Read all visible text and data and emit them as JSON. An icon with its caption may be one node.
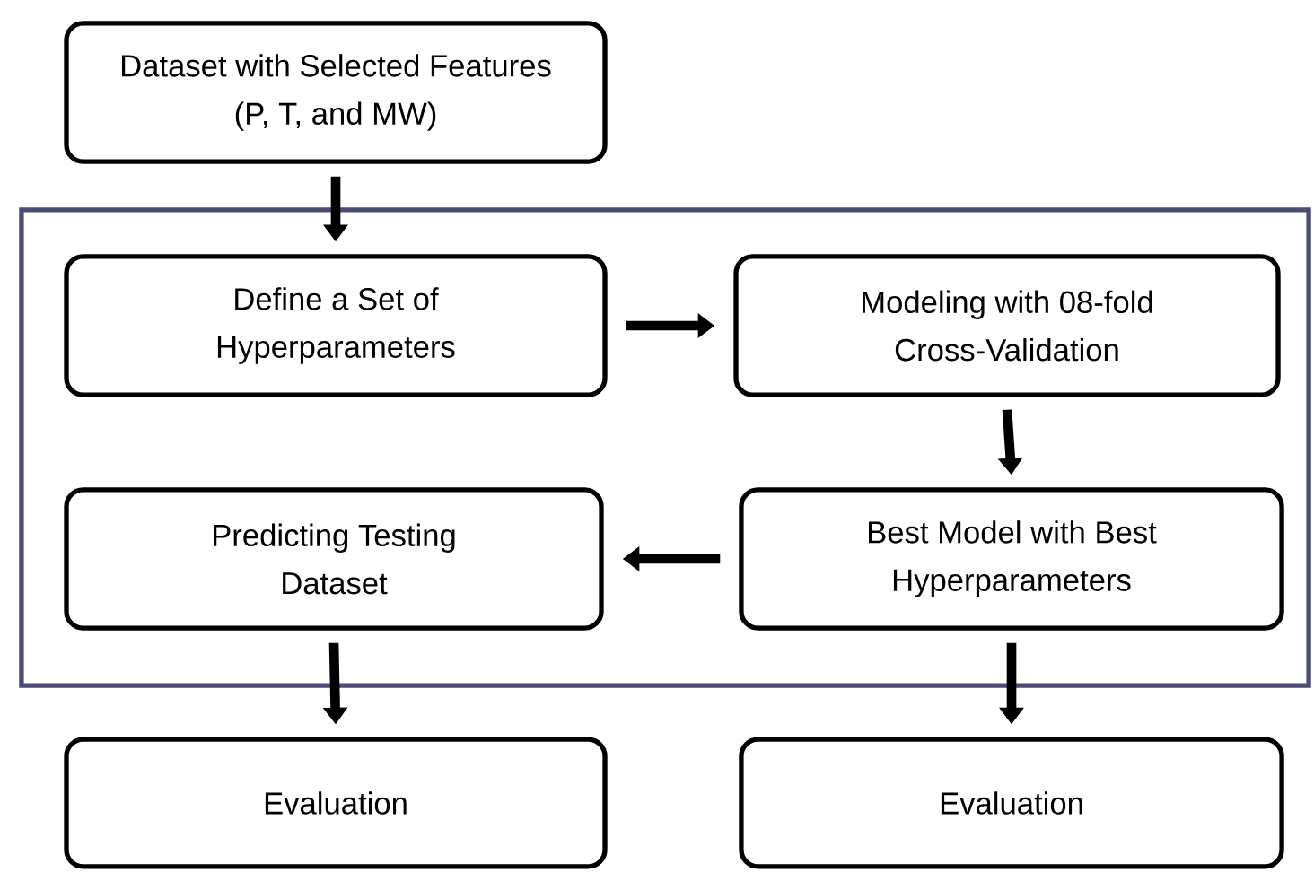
{
  "diagram": {
    "nodes": [
      {
        "text": [
          "Dataset with Selected Features (P, T, and MW)"
        ]
      },
      {
        "text": [],
        "shape": "box"
      },
      {
        "text": [
          "Define a Set of Hyperparameters"
        ],
        "in": 1
      },
      {
        "text": [
          "Modeling with 08-fold Cross-Validation"
        ],
        "in": 1
      },
      {
        "text": [
          "Predicting Testing Dataset"
        ],
        "in": 1
      },
      {
        "text": [
          "Best Model with Best Hyperparameters"
        ],
        "in": 1
      },
      {
        "text": [
          "Evaluation"
        ]
      },
      {
        "text": [
          "Evaluation"
        ]
      }
    ],
    "edges": [
      {
        "from": 0,
        "to": 2,
        "arrow": "to"
      },
      {
        "from": 2,
        "to": 3,
        "arrow": "to"
      },
      {
        "from": 3,
        "to": 5,
        "arrow": "to"
      },
      {
        "from": 5,
        "to": 4,
        "arrow": "to"
      },
      {
        "from": 4,
        "to": 6,
        "arrow": "to"
      },
      {
        "from": 5,
        "to": 7,
        "arrow": "to"
      }
    ]
  }
}
